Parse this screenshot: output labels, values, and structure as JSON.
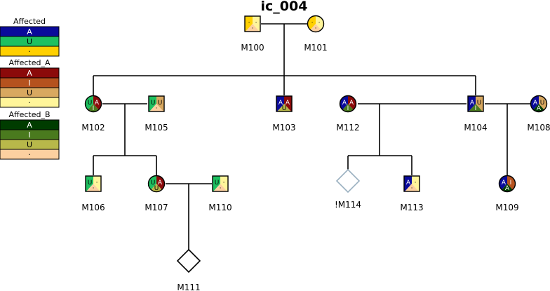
{
  "title": "ic_004",
  "legends": [
    {
      "name": "Affected",
      "rows": [
        {
          "label": "A",
          "color": "#0a0a9a",
          "text_color": "#ffffff"
        },
        {
          "label": "U",
          "color": "#1fc060",
          "text_color": "#000000"
        },
        {
          "label": "·",
          "color": "#ffd000",
          "text_color": "#000000"
        }
      ]
    },
    {
      "name": "Affected_A",
      "rows": [
        {
          "label": "A",
          "color": "#8b0a0a",
          "text_color": "#ffffff"
        },
        {
          "label": "I",
          "color": "#b5521e",
          "text_color": "#ffffff"
        },
        {
          "label": "U",
          "color": "#d8a860",
          "text_color": "#000000"
        },
        {
          "label": "·",
          "color": "#fff59a",
          "text_color": "#000000"
        }
      ]
    },
    {
      "name": "Affected_B",
      "rows": [
        {
          "label": "A",
          "color": "#003c00",
          "text_color": "#ffffff"
        },
        {
          "label": "I",
          "color": "#4a7a1e",
          "text_color": "#ffffff"
        },
        {
          "label": "U",
          "color": "#b8b84a",
          "text_color": "#000000"
        },
        {
          "label": "·",
          "color": "#fcd0a0",
          "text_color": "#000000"
        }
      ]
    }
  ],
  "individuals": [
    {
      "id": "M100",
      "label": "M100",
      "sex": "male",
      "seg": [
        [
          "·",
          "#ffd000"
        ],
        [
          "·",
          "#fff59a"
        ],
        [
          "·",
          "#fcd0a0"
        ]
      ]
    },
    {
      "id": "M101",
      "label": "M101",
      "sex": "female",
      "seg": [
        [
          "·",
          "#ffd000"
        ],
        [
          "·",
          "#fff59a"
        ],
        [
          "·",
          "#fcd0a0"
        ]
      ]
    },
    {
      "id": "M102",
      "label": "M102",
      "sex": "female",
      "seg": [
        [
          "U",
          "#1fc060"
        ],
        [
          "A",
          "#8b0a0a"
        ],
        [
          "I",
          "#4a7a1e"
        ]
      ]
    },
    {
      "id": "M105",
      "label": "M105",
      "sex": "male",
      "seg": [
        [
          "U",
          "#1fc060"
        ],
        [
          "U",
          "#d8a860"
        ],
        [
          "·",
          "#fcd0a0"
        ]
      ]
    },
    {
      "id": "M103",
      "label": "M103",
      "sex": "male",
      "seg": [
        [
          "A",
          "#0a0a9a"
        ],
        [
          "A",
          "#8b0a0a"
        ],
        [
          "U",
          "#b8b84a"
        ]
      ]
    },
    {
      "id": "M112",
      "label": "M112",
      "sex": "female",
      "seg": [
        [
          "A",
          "#0a0a9a"
        ],
        [
          "A",
          "#8b0a0a"
        ],
        [
          "I",
          "#4a7a1e"
        ]
      ]
    },
    {
      "id": "M104",
      "label": "M104",
      "sex": "male",
      "seg": [
        [
          "A",
          "#0a0a9a"
        ],
        [
          "U",
          "#d8a860"
        ],
        [
          "I",
          "#4a7a1e"
        ]
      ]
    },
    {
      "id": "M108",
      "label": "M108",
      "sex": "female",
      "seg": [
        [
          "A",
          "#0a0a9a"
        ],
        [
          "U",
          "#d8a860"
        ],
        [
          "A",
          "#003c00"
        ]
      ]
    },
    {
      "id": "M106",
      "label": "M106",
      "sex": "male",
      "seg": [
        [
          "U",
          "#1fc060"
        ],
        [
          "·",
          "#fff59a"
        ],
        [
          "·",
          "#fcd0a0"
        ]
      ]
    },
    {
      "id": "M107",
      "label": "M107",
      "sex": "female",
      "seg": [
        [
          "U",
          "#1fc060"
        ],
        [
          "A",
          "#8b0a0a"
        ],
        [
          "U",
          "#b8b84a"
        ]
      ]
    },
    {
      "id": "M110",
      "label": "M110",
      "sex": "male",
      "seg": [
        [
          "U",
          "#1fc060"
        ],
        [
          "·",
          "#fff59a"
        ],
        [
          "·",
          "#fcd0a0"
        ]
      ]
    },
    {
      "id": "M114",
      "label": "!M114",
      "sex": "unknown",
      "style": "faded"
    },
    {
      "id": "M113",
      "label": "M113",
      "sex": "male",
      "seg": [
        [
          "A",
          "#0a0a9a"
        ],
        [
          "·",
          "#fff59a"
        ],
        [
          "·",
          "#fcd0a0"
        ]
      ]
    },
    {
      "id": "M109",
      "label": "M109",
      "sex": "female",
      "seg": [
        [
          "A",
          "#0a0a9a"
        ],
        [
          "I",
          "#b5521e"
        ],
        [
          "A",
          "#003c00"
        ]
      ]
    },
    {
      "id": "M111",
      "label": "M111",
      "sex": "unknown"
    }
  ]
}
